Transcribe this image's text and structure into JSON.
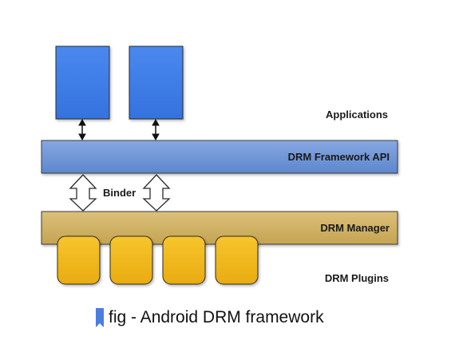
{
  "layers": {
    "applications_label": "Applications",
    "framework_api_label": "DRM Framework API",
    "binder_label": "Binder",
    "manager_label": "DRM Manager",
    "plugins_label": "DRM Plugins"
  },
  "caption": {
    "text": "fig - Android DRM framework",
    "icon": "bookmark-icon"
  },
  "colors": {
    "app_box": "#3f7ee8",
    "framework_bar": "#6b93d6",
    "manager_bar": "#cfb063",
    "plugin_box": "#f2b818",
    "bookmark": "#4a7ee0"
  }
}
